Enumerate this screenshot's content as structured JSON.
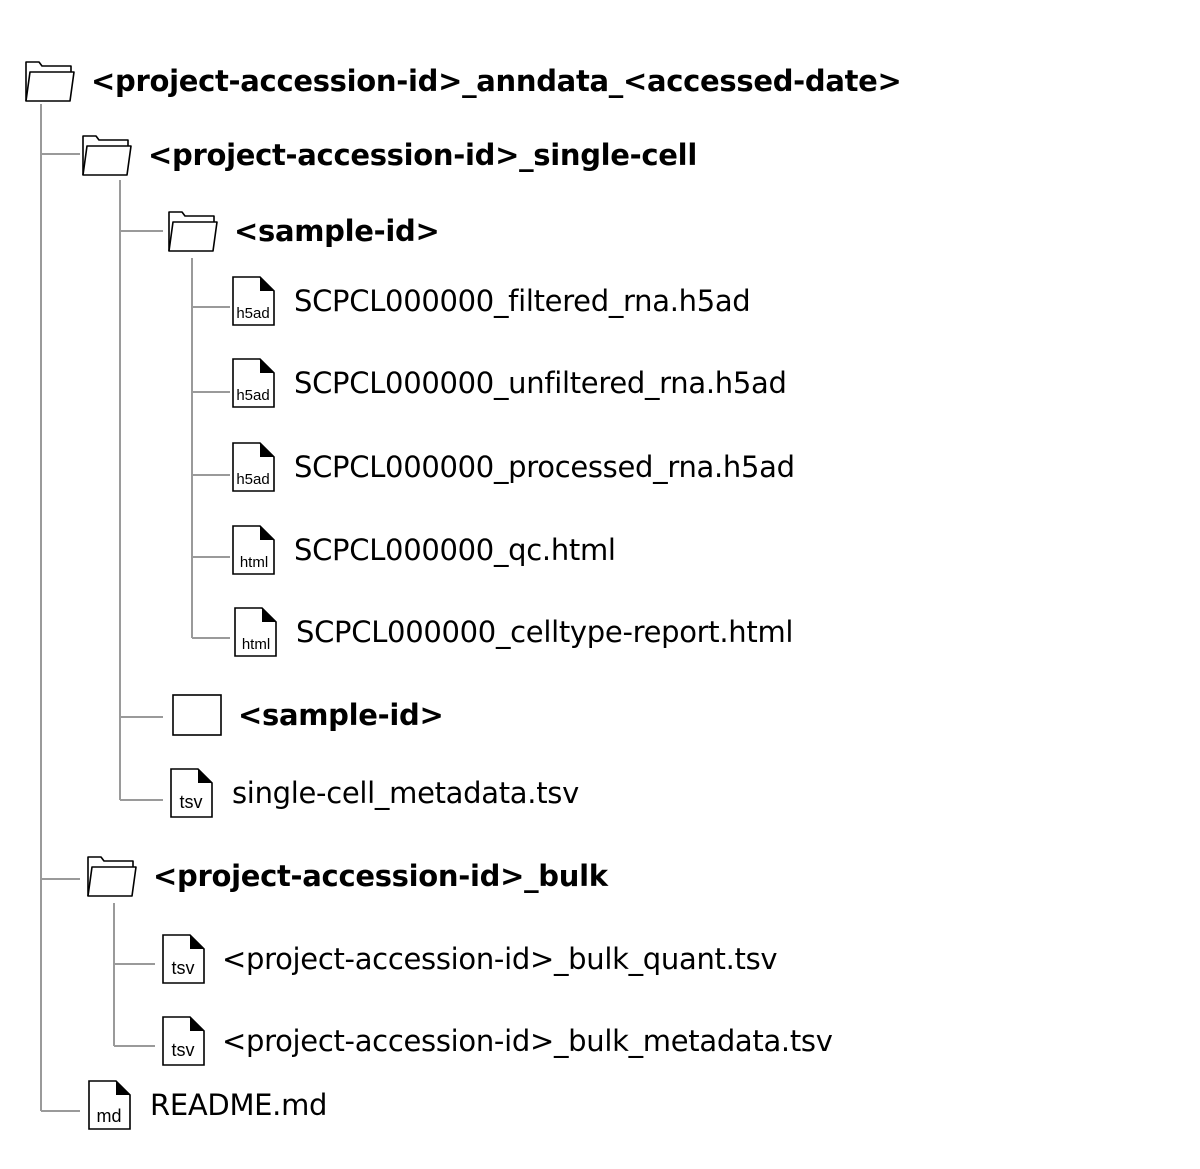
{
  "tree": {
    "root": {
      "label": "<project-accession-id>_anndata_<accessed-date>",
      "icon": "folder-open-icon"
    },
    "single_cell": {
      "label": "<project-accession-id>_single-cell",
      "icon": "folder-open-icon",
      "sample_1": {
        "label": "<sample-id>",
        "icon": "folder-open-icon",
        "files": [
          {
            "label": "SCPCL000000_filtered_rna.h5ad",
            "ext": "h5ad"
          },
          {
            "label": "SCPCL000000_unfiltered_rna.h5ad",
            "ext": "h5ad"
          },
          {
            "label": "SCPCL000000_processed_rna.h5ad",
            "ext": "h5ad"
          },
          {
            "label": "SCPCL000000_qc.html",
            "ext": "html"
          },
          {
            "label": "SCPCL000000_celltype-report.html",
            "ext": "html"
          }
        ]
      },
      "sample_2": {
        "label": "<sample-id>",
        "icon": "folder-closed-icon"
      },
      "metadata": {
        "label": "single-cell_metadata.tsv",
        "ext": "tsv"
      }
    },
    "bulk": {
      "label": "<project-accession-id>_bulk",
      "icon": "folder-open-icon",
      "files": [
        {
          "label": "<project-accession-id>_bulk_quant.tsv",
          "ext": "tsv"
        },
        {
          "label": "<project-accession-id>_bulk_metadata.tsv",
          "ext": "tsv"
        }
      ]
    },
    "readme": {
      "label": "README.md",
      "ext": "md"
    }
  },
  "colors": {
    "line": "#9a9a9a",
    "ink": "#000000"
  }
}
